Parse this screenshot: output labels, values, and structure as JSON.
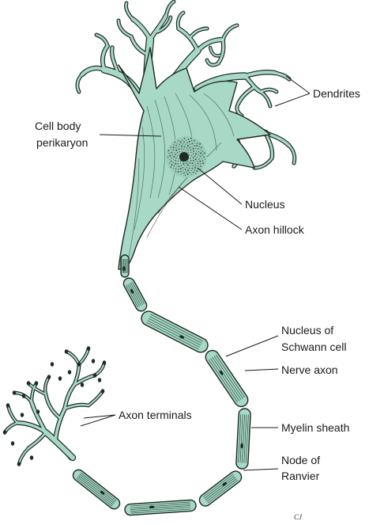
{
  "labels": {
    "dendrites": "Dendrites",
    "cell_body_line1": "Cell body",
    "cell_body_line2": "perikaryon",
    "nucleus": "Nucleus",
    "axon_hillock": "Axon hillock",
    "schwann_line1": "Nucleus of",
    "schwann_line2": "Schwann cell",
    "nerve_axon": "Nerve axon",
    "axon_terminals": "Axon terminals",
    "myelin_sheath": "Myelin sheath",
    "node_line1": "Node of",
    "node_line2": "Ranvier"
  },
  "signature": "CJ",
  "colors": {
    "cell_fill": "#a8d9c6",
    "outline": "#1d2b25",
    "label_text": "#1a1a1a"
  }
}
